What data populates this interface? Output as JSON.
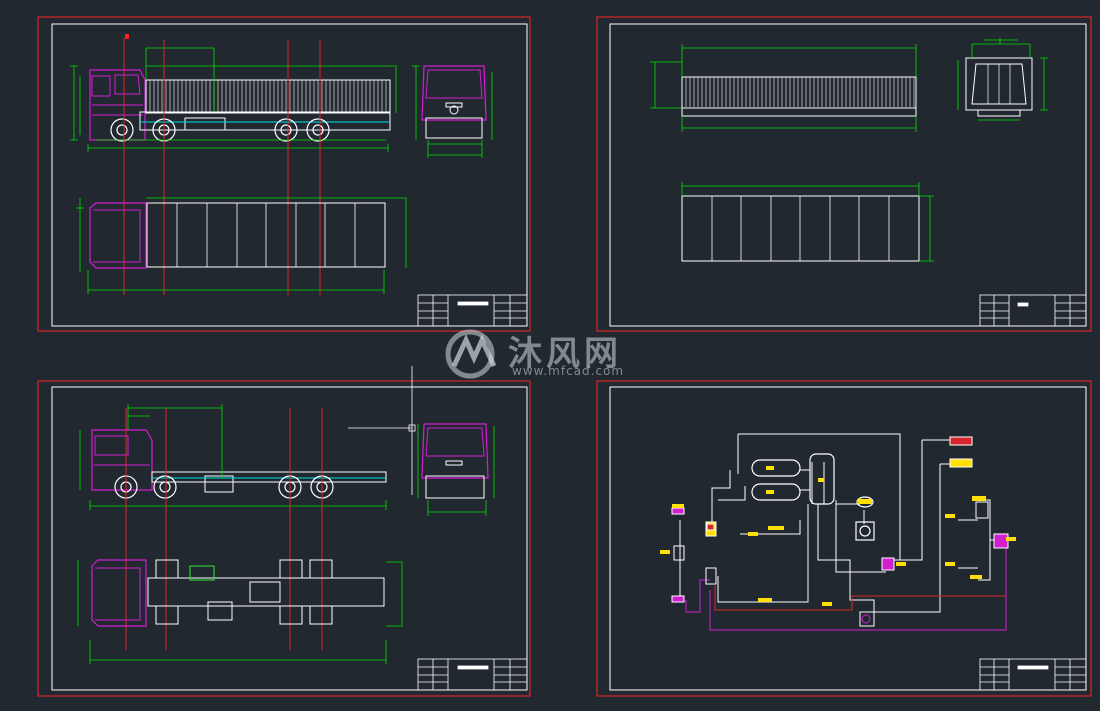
{
  "watermark": {
    "cn": "沐风网",
    "url": "www.mfcad.com"
  },
  "colors": {
    "background": "#212830",
    "sheet_border": "#d7262b",
    "inner_border": "#ffffff",
    "dimension": "#00e000",
    "cab": "#d21fd2",
    "centerline": "#e0242a",
    "outline": "#ffffff",
    "hydraulic": "#cf1fcf",
    "label_fill": "#ffe000",
    "pipe_red": "#d7262b"
  },
  "sheets": [
    {
      "name": "sheet-top-left",
      "content": "truck-side-front-top-views"
    },
    {
      "name": "sheet-top-right",
      "content": "cargo-body-views"
    },
    {
      "name": "sheet-bottom-left",
      "content": "chassis-side-front-top-views"
    },
    {
      "name": "sheet-bottom-right",
      "content": "hydraulic-pneumatic-schematic"
    }
  ]
}
